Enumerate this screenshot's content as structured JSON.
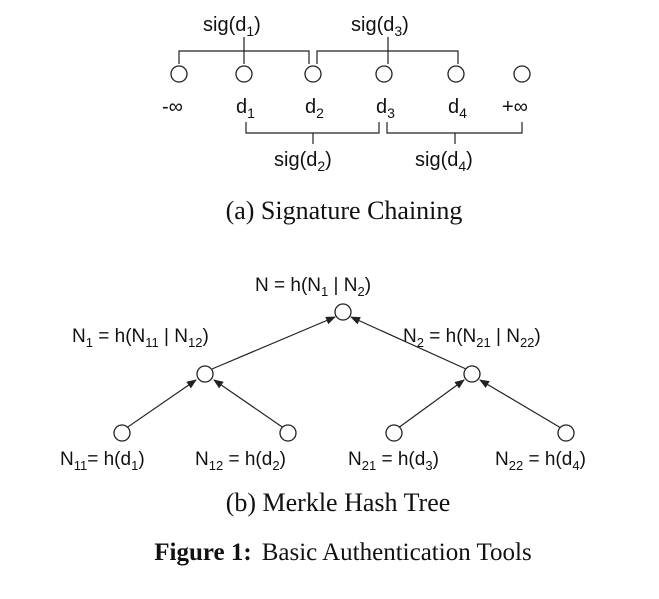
{
  "chaining": {
    "nodes": [
      {
        "base": "-∞",
        "sub": ""
      },
      {
        "base": "d",
        "sub": "1"
      },
      {
        "base": "d",
        "sub": "2"
      },
      {
        "base": "d",
        "sub": "3"
      },
      {
        "base": "d",
        "sub": "4"
      },
      {
        "base": "+∞",
        "sub": ""
      }
    ],
    "sig_top": [
      {
        "pre": "sig(d",
        "sub": "1",
        "post": ")"
      },
      {
        "pre": "sig(d",
        "sub": "3",
        "post": ")"
      }
    ],
    "sig_bottom": [
      {
        "pre": "sig(d",
        "sub": "2",
        "post": ")"
      },
      {
        "pre": "sig(d",
        "sub": "4",
        "post": ")"
      }
    ],
    "caption": "(a) Signature Chaining"
  },
  "merkle": {
    "root": {
      "t1": "N = h(N",
      "s1": "1",
      "t2": " | N",
      "s2": "2",
      "t3": ")"
    },
    "n1": {
      "t1": "N",
      "s1": "1",
      "t2": " = h(N",
      "s2": "11",
      "t3": " | N",
      "s3": "12",
      "t4": ")"
    },
    "n2": {
      "t1": "N",
      "s1": "2",
      "t2": " = h(N",
      "s2": "21",
      "t3": " | N",
      "s3": "22",
      "t4": ")"
    },
    "leaves": [
      {
        "t1": "N",
        "s1": "11",
        "t2": "= h(d",
        "s2": "1",
        "t3": ")"
      },
      {
        "t1": "N",
        "s1": "12",
        "t2": " = h(d",
        "s2": "2",
        "t3": ")"
      },
      {
        "t1": "N",
        "s1": "21",
        "t2": " = h(d",
        "s2": "3",
        "t3": ")"
      },
      {
        "t1": "N",
        "s1": "22",
        "t2": " = h(d",
        "s2": "4",
        "t3": ")"
      }
    ],
    "caption": "(b) Merkle Hash Tree"
  },
  "figure": {
    "label": "Figure 1:",
    "title": "Basic Authentication Tools"
  }
}
